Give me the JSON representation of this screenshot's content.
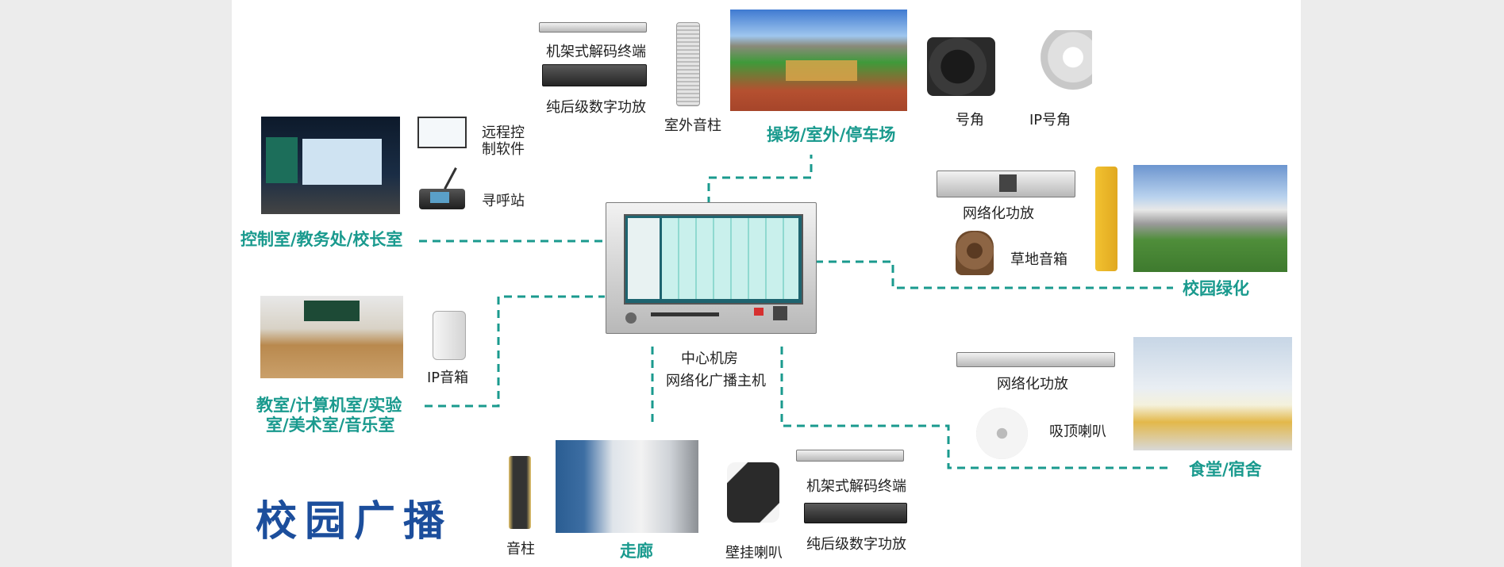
{
  "title": "校园广播",
  "center": {
    "line1": "中心机房",
    "line2": "网络化广播主机"
  },
  "zones": {
    "playground": "操场/室外/停车场",
    "control": "控制室/教务处/校长室",
    "classroom_l1": "教室/计算机室/实验",
    "classroom_l2": "室/美术室/音乐室",
    "campus": "校园绿化",
    "canteen": "食堂/宿舍",
    "corridor": "走廊"
  },
  "devices": {
    "rack_decoder_top": "机架式解码终端",
    "power_amp_top": "纯后级数字功放",
    "outdoor_column": "室外音柱",
    "horn": "号角",
    "ip_horn": "IP号角",
    "remote_sw_l1": "远程控",
    "remote_sw_l2": "制软件",
    "paging": "寻呼站",
    "net_amp_right": "网络化功放",
    "lawn_speaker": "草地音箱",
    "ip_speaker": "IP音箱",
    "net_amp_bottom": "网络化功放",
    "ceiling_speaker": "吸顶喇叭",
    "column_speaker": "音柱",
    "wall_speaker": "壁挂喇叭",
    "rack_decoder_bottom": "机架式解码终端",
    "power_amp_bottom": "纯后级数字功放"
  },
  "colors": {
    "link": "#1a9a8e",
    "zone_text": "#1a9a8e",
    "title": "#1c4e9c"
  }
}
